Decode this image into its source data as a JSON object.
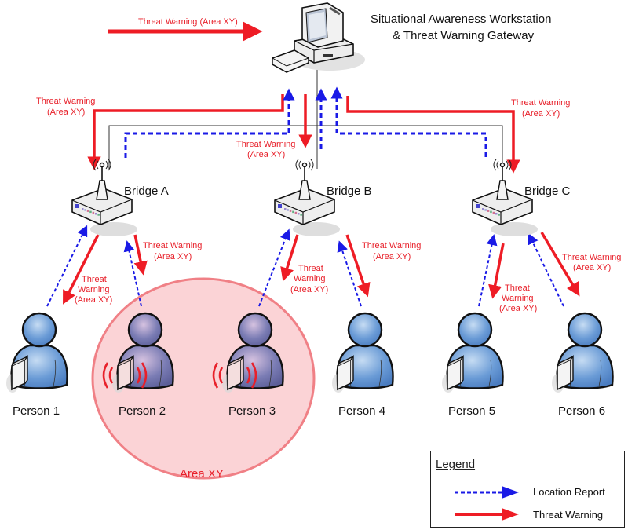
{
  "title": {
    "line1": "Situational Awareness Workstation",
    "line2": "& Threat Warning Gateway"
  },
  "workstation": {
    "icon": "computer-workstation-icon"
  },
  "incoming_warning": {
    "label": "Threat Warning (Area XY)"
  },
  "gateway_to_bridge_labels": {
    "a": [
      "Threat Warning",
      "(Area XY)"
    ],
    "b": [
      "Threat Warning",
      "(Area XY)"
    ],
    "c": [
      "Threat Warning",
      "(Area XY)"
    ]
  },
  "bridges": [
    {
      "label": "Bridge A",
      "icon": "wireless-bridge-icon"
    },
    {
      "label": "Bridge B",
      "icon": "wireless-bridge-icon"
    },
    {
      "label": "Bridge C",
      "icon": "wireless-bridge-icon"
    }
  ],
  "bridge_to_person_labels": [
    [
      "Threat",
      "Warning",
      "(Area XY)"
    ],
    [
      "Threat Warning",
      "(Area XY)"
    ],
    [
      "Threat",
      "Warning",
      "(Area XY)"
    ],
    [
      "Threat Warning",
      "(Area XY)"
    ],
    [
      "Threat",
      "Warning",
      "(Area XY)"
    ],
    [
      "Threat Warning",
      "(Area XY)"
    ]
  ],
  "persons": [
    {
      "label": "Person 1",
      "in_area": false
    },
    {
      "label": "Person 2",
      "in_area": true
    },
    {
      "label": "Person 3",
      "in_area": true
    },
    {
      "label": "Person 4",
      "in_area": false
    },
    {
      "label": "Person 5",
      "in_area": false
    },
    {
      "label": "Person 6",
      "in_area": false
    }
  ],
  "area": {
    "label": "Area XY"
  },
  "legend": {
    "title": "Legend",
    "colon": ":",
    "items": [
      {
        "label": "Location Report",
        "style": "dashed-blue-arrow"
      },
      {
        "label": "Threat Warning",
        "style": "solid-red-arrow"
      }
    ]
  },
  "colors": {
    "threat_warning": "#ee1c25",
    "location_report": "#1a1ae6",
    "area_fill": "#fbd3d6",
    "area_stroke": "#f08086",
    "person_blue": "#5b8fd0",
    "person_purple": "#7072a8"
  }
}
